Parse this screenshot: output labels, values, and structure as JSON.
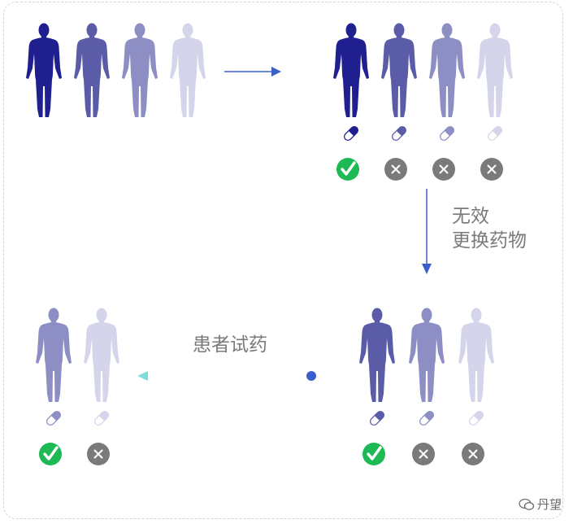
{
  "colors": {
    "tone1": "#1f1f8f",
    "tone2": "#5b5ca8",
    "tone3": "#8d8ec4",
    "tone4": "#d4d5ea",
    "check": "#1db954",
    "cross": "#7a7a7a",
    "arrow": "#3b5fc9",
    "arrow_fade": "#7fdcdc"
  },
  "groups": [
    {
      "tones": [
        1,
        2,
        3,
        4
      ],
      "pills": false,
      "marks": []
    },
    {
      "tones": [
        1,
        2,
        3,
        4
      ],
      "pills": true,
      "marks": [
        "check",
        "cross",
        "cross",
        "cross"
      ]
    },
    {
      "tones": [
        2,
        3,
        4
      ],
      "pills": true,
      "marks": [
        "check",
        "cross",
        "cross"
      ]
    },
    {
      "tones": [
        3,
        4
      ],
      "pills": true,
      "marks": [
        "check",
        "cross"
      ]
    }
  ],
  "labels": {
    "down_line1": "无效",
    "down_line2": "更换药物",
    "left": "患者试药"
  },
  "watermark": "丹望"
}
